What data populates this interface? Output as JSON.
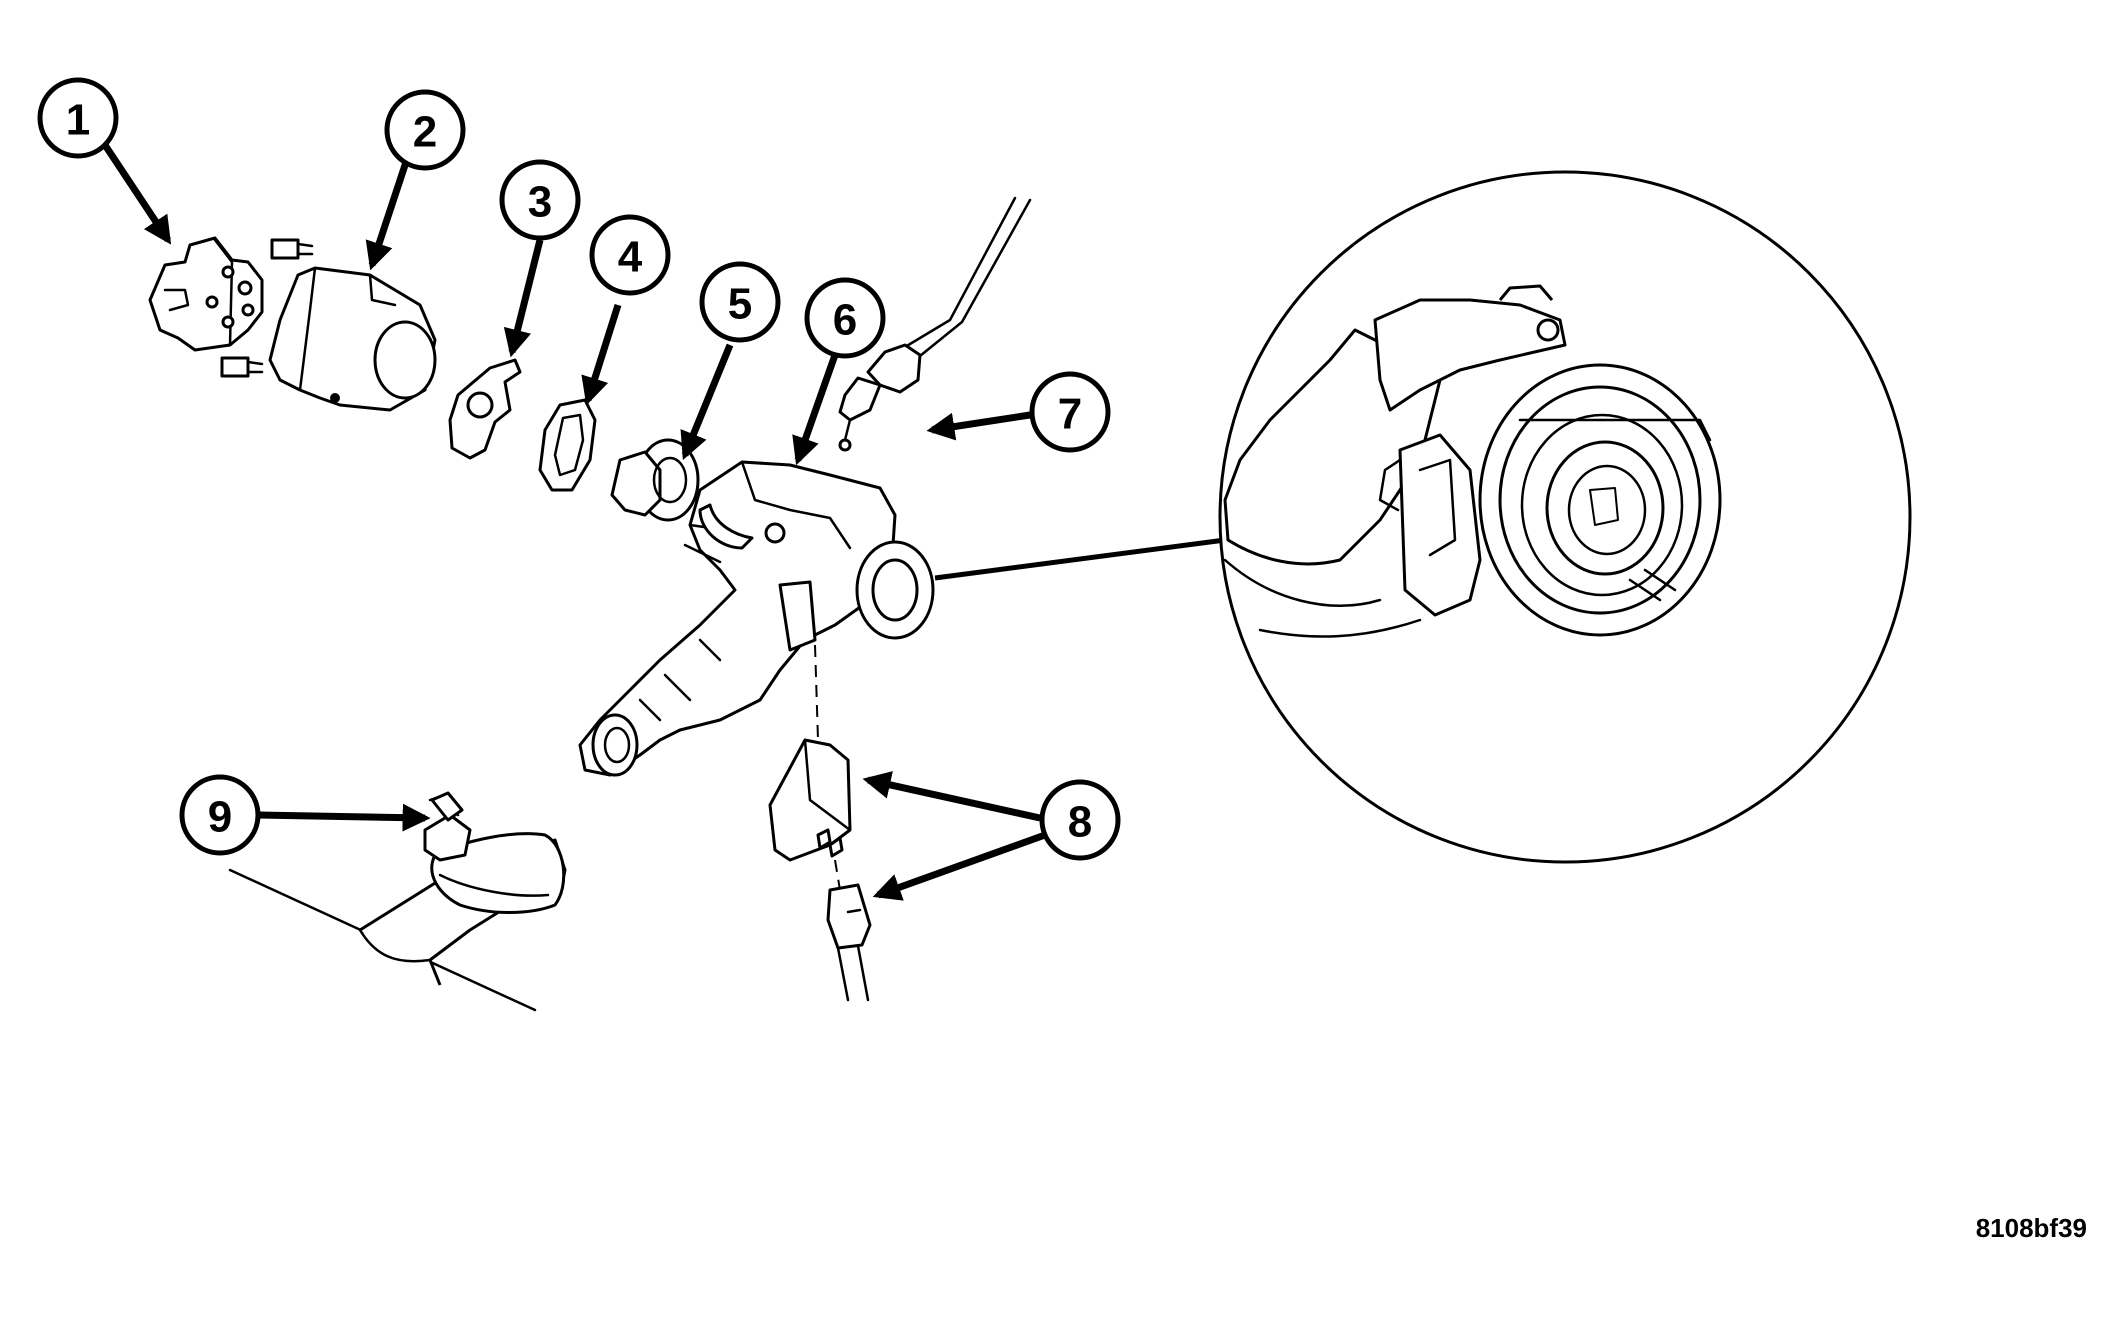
{
  "figure_id": "8108bf39",
  "callouts": [
    {
      "label": "1"
    },
    {
      "label": "2"
    },
    {
      "label": "3"
    },
    {
      "label": "4"
    },
    {
      "label": "5"
    },
    {
      "label": "6"
    },
    {
      "label": "7"
    },
    {
      "label": "8"
    },
    {
      "label": "9"
    }
  ]
}
